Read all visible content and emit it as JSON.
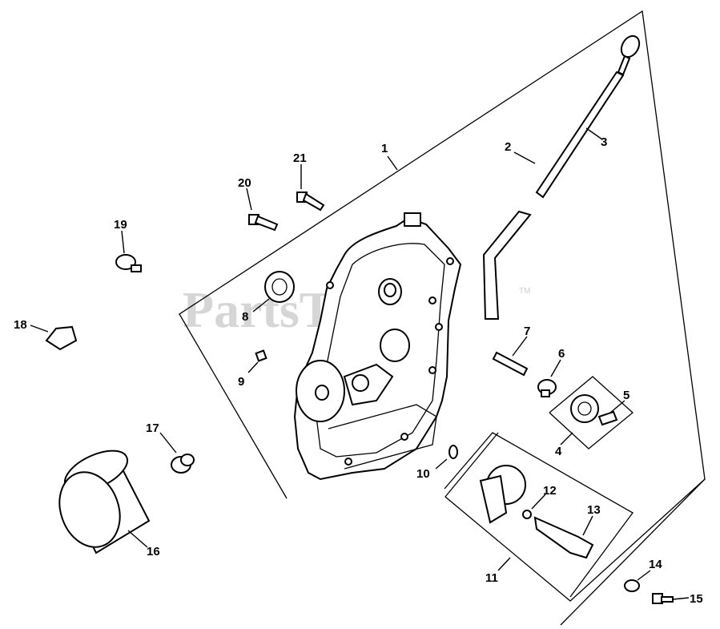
{
  "watermark": {
    "text": "PartsTree",
    "tm": "TM"
  },
  "callouts": {
    "c1": "1",
    "c2": "2",
    "c3": "3",
    "c4": "4",
    "c5": "5",
    "c6": "6",
    "c7": "7",
    "c8": "8",
    "c9": "9",
    "c10": "10",
    "c11": "11",
    "c12": "12",
    "c13": "13",
    "c14": "14",
    "c15": "15",
    "c16": "16",
    "c17": "17",
    "c18": "18",
    "c19": "19",
    "c20": "20",
    "c21": "21"
  }
}
